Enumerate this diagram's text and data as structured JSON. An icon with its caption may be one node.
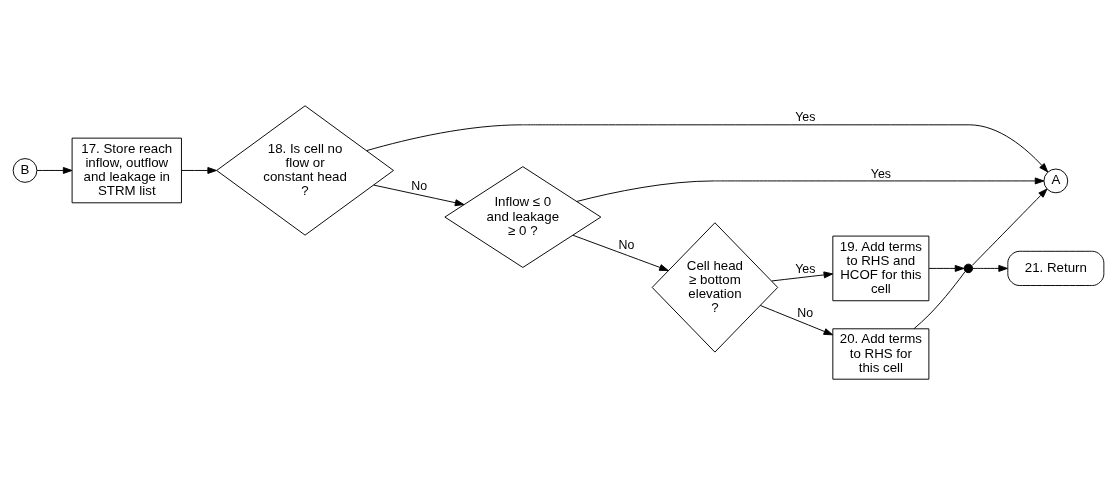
{
  "diagram": {
    "nodes": [
      {
        "text": [
          "A"
        ]
      },
      {
        "text": [
          "B"
        ]
      },
      {
        "text": [
          "17. Store reach inflow, outflow and leakage in STRM list"
        ]
      },
      {
        "text": [
          "18. Is cell no flow or constant head ?"
        ]
      },
      {
        "text": [
          "Inflow ≤ 0 and leakage ≥ 0 ?"
        ]
      },
      {
        "text": [
          "Cell head ≥ bottom elevation ?"
        ]
      },
      {
        "text": [
          "19. Add terms to RHS and HCOF for this cell"
        ]
      },
      {
        "text": [
          "20. Add terms to RHS for this cell"
        ]
      },
      {
        "text": [],
        "shape": "circle"
      },
      {
        "text": [
          "21. Return"
        ]
      }
    ],
    "edges": [
      {
        "from": 1,
        "to": 2,
        "arrow": "to"
      },
      {
        "from": 2,
        "to": 3,
        "arrow": "to"
      },
      {
        "from": 3,
        "to": 4,
        "label": "No",
        "arrow": "to"
      },
      {
        "from": 4,
        "to": 5,
        "label": "No",
        "arrow": "to"
      },
      {
        "from": 3,
        "to": 0,
        "label": "Yes",
        "arrow": "to"
      },
      {
        "from": 4,
        "to": 0,
        "label": "Yes",
        "arrow": "to"
      },
      {
        "from": 5,
        "to": 6,
        "label": "Yes",
        "arrow": "to"
      },
      {
        "from": 5,
        "to": 7,
        "label": "No",
        "arrow": "to"
      },
      {
        "from": 6,
        "to": 8,
        "arrow": "to"
      },
      {
        "from": 7,
        "to": 8,
        "arrow": "none"
      },
      {
        "from": 8,
        "to": 9,
        "arrow": "to"
      },
      {
        "from": 8,
        "to": 0,
        "arrow": "to"
      }
    ]
  }
}
